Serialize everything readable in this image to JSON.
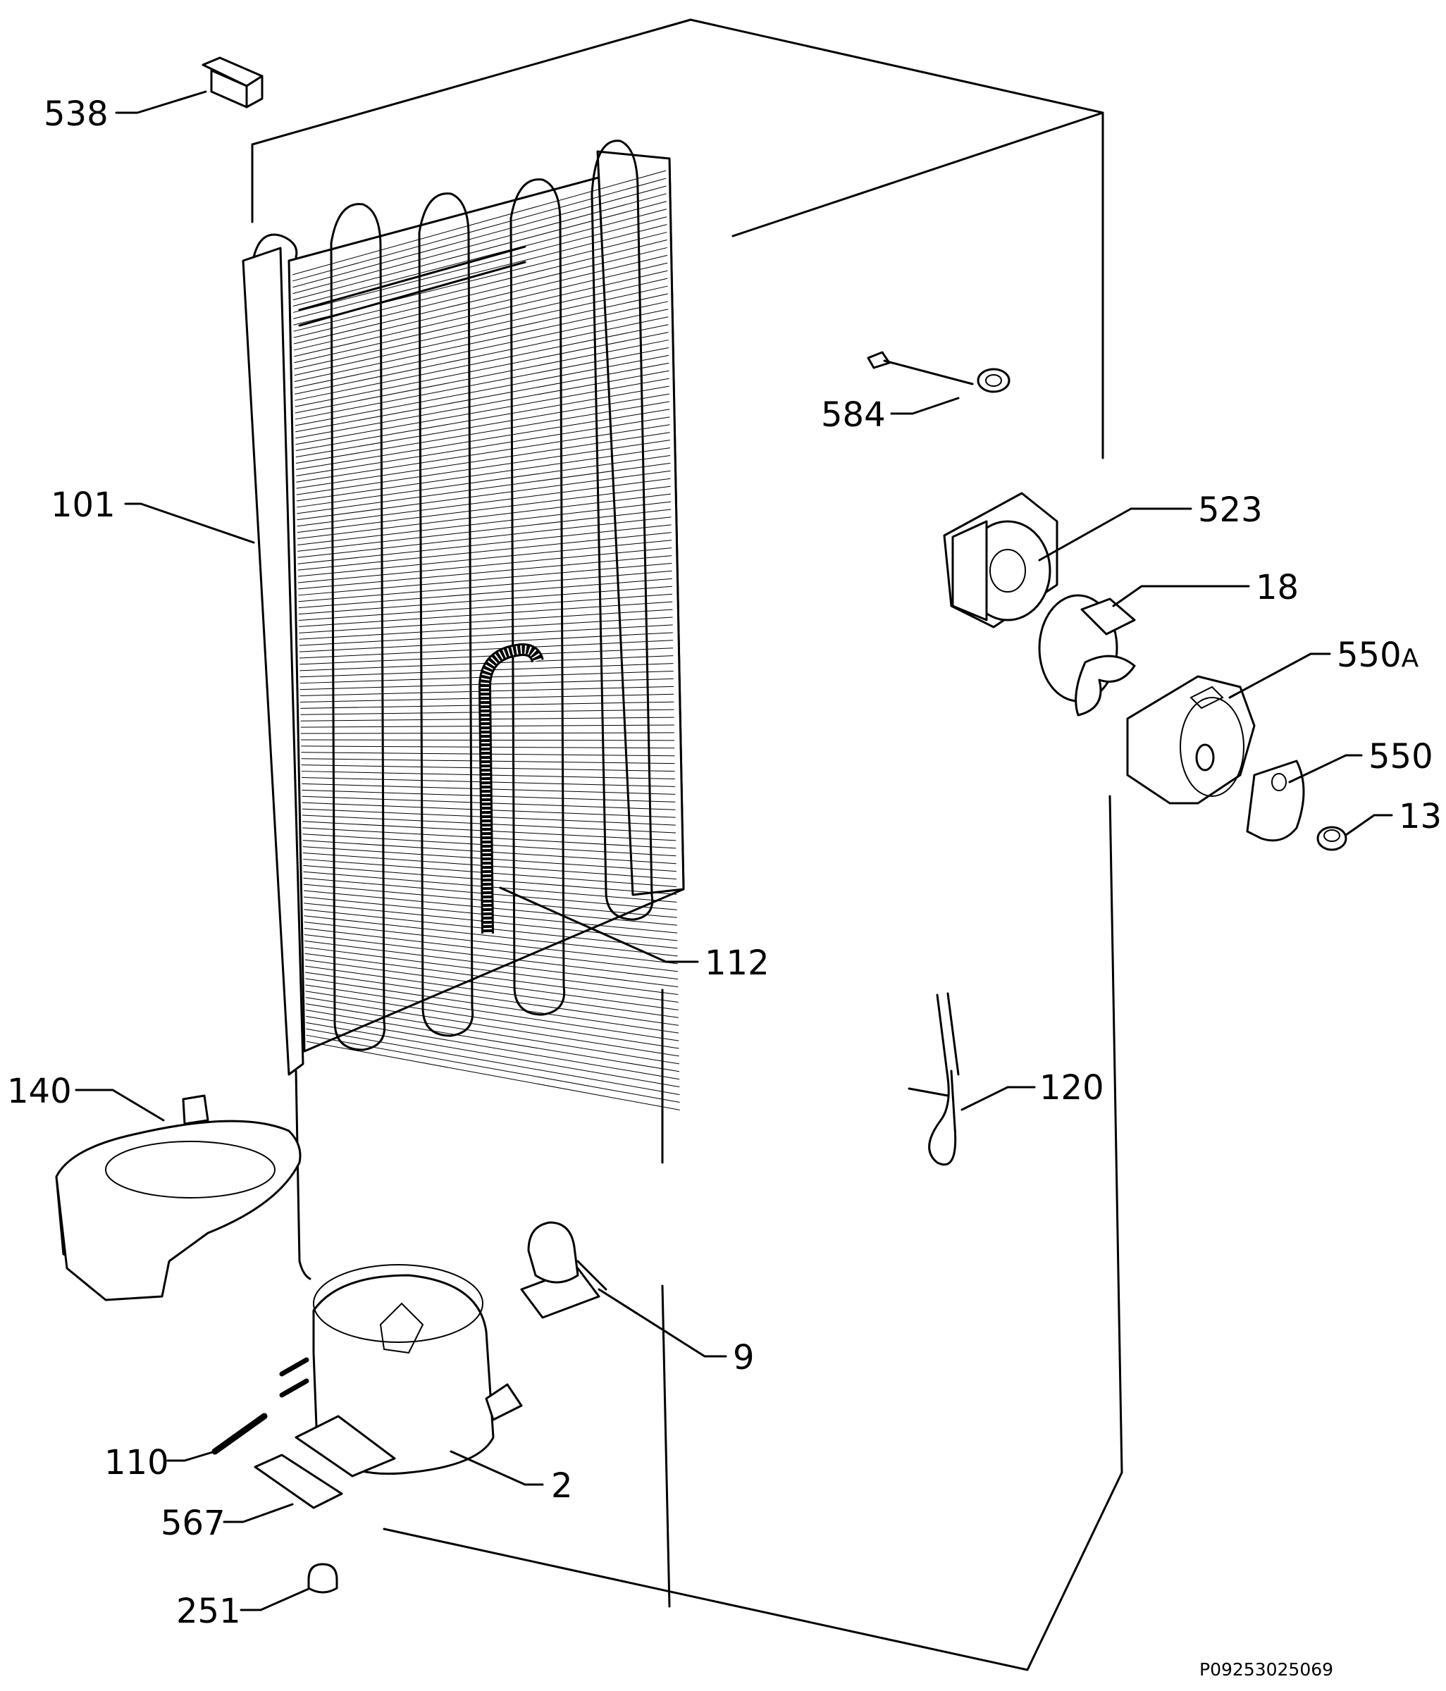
{
  "labels": {
    "l538": "538",
    "l584": "584",
    "l101": "101",
    "l523": "523",
    "l18": "18",
    "l550a_num": "550",
    "l550a_suffix": "A",
    "l550": "550",
    "l13": "13",
    "l112": "112",
    "l120": "120",
    "l140": "140",
    "l9": "9",
    "l110": "110",
    "l2": "2",
    "l567": "567",
    "l251": "251"
  },
  "reference_code": "P09253025069",
  "colors": {
    "line": "#000000",
    "background": "#ffffff"
  }
}
